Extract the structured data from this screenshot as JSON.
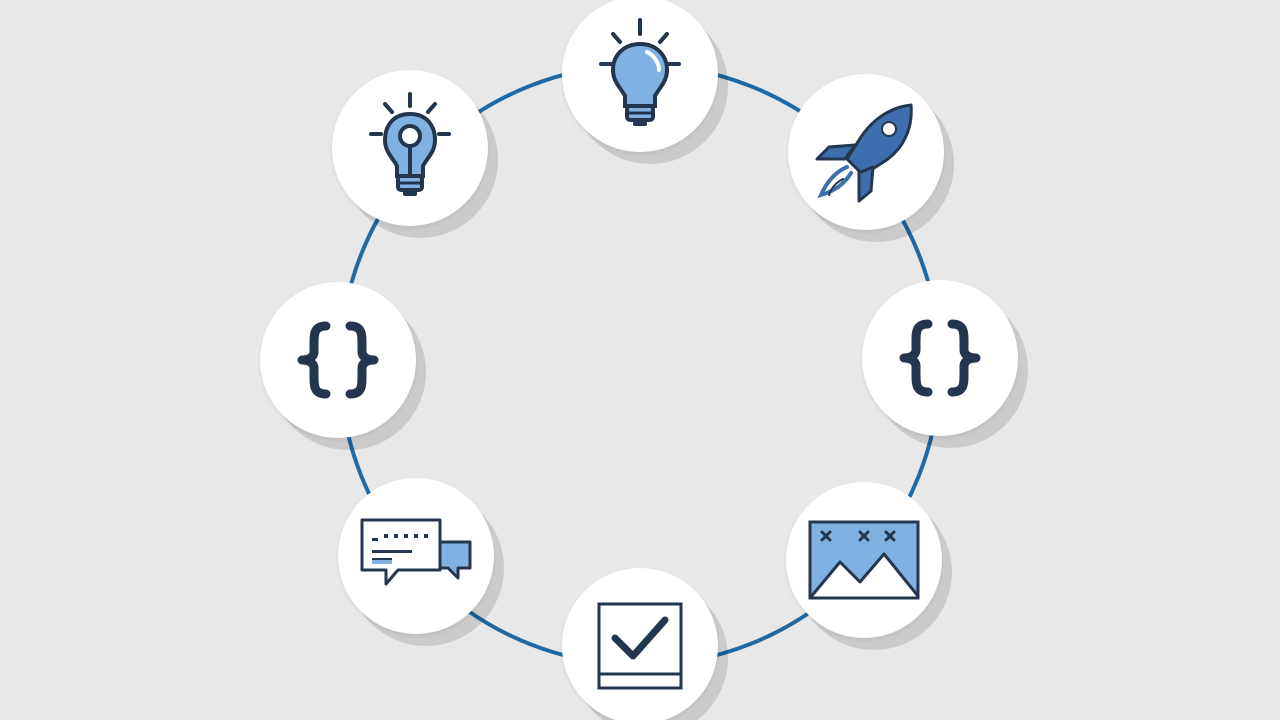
{
  "colors": {
    "background": "#e8e8e8",
    "ring": "#1f6aa5",
    "node_fill": "#ffffff",
    "icon_dark": "#24364e",
    "icon_light_blue": "#7fb1e3",
    "icon_mid_blue": "#3d6fae"
  },
  "nodes": [
    {
      "id": "top",
      "icon": "lightbulb-icon"
    },
    {
      "id": "top-right",
      "icon": "rocket-icon"
    },
    {
      "id": "right",
      "icon": "code-brackets-icon"
    },
    {
      "id": "bottom-right",
      "icon": "image-landscape-icon"
    },
    {
      "id": "bottom",
      "icon": "checkbox-checked-icon"
    },
    {
      "id": "bottom-left",
      "icon": "chat-bubbles-icon"
    },
    {
      "id": "left",
      "icon": "code-brackets-icon"
    },
    {
      "id": "top-left",
      "icon": "lightbulb-keyhole-icon"
    }
  ]
}
